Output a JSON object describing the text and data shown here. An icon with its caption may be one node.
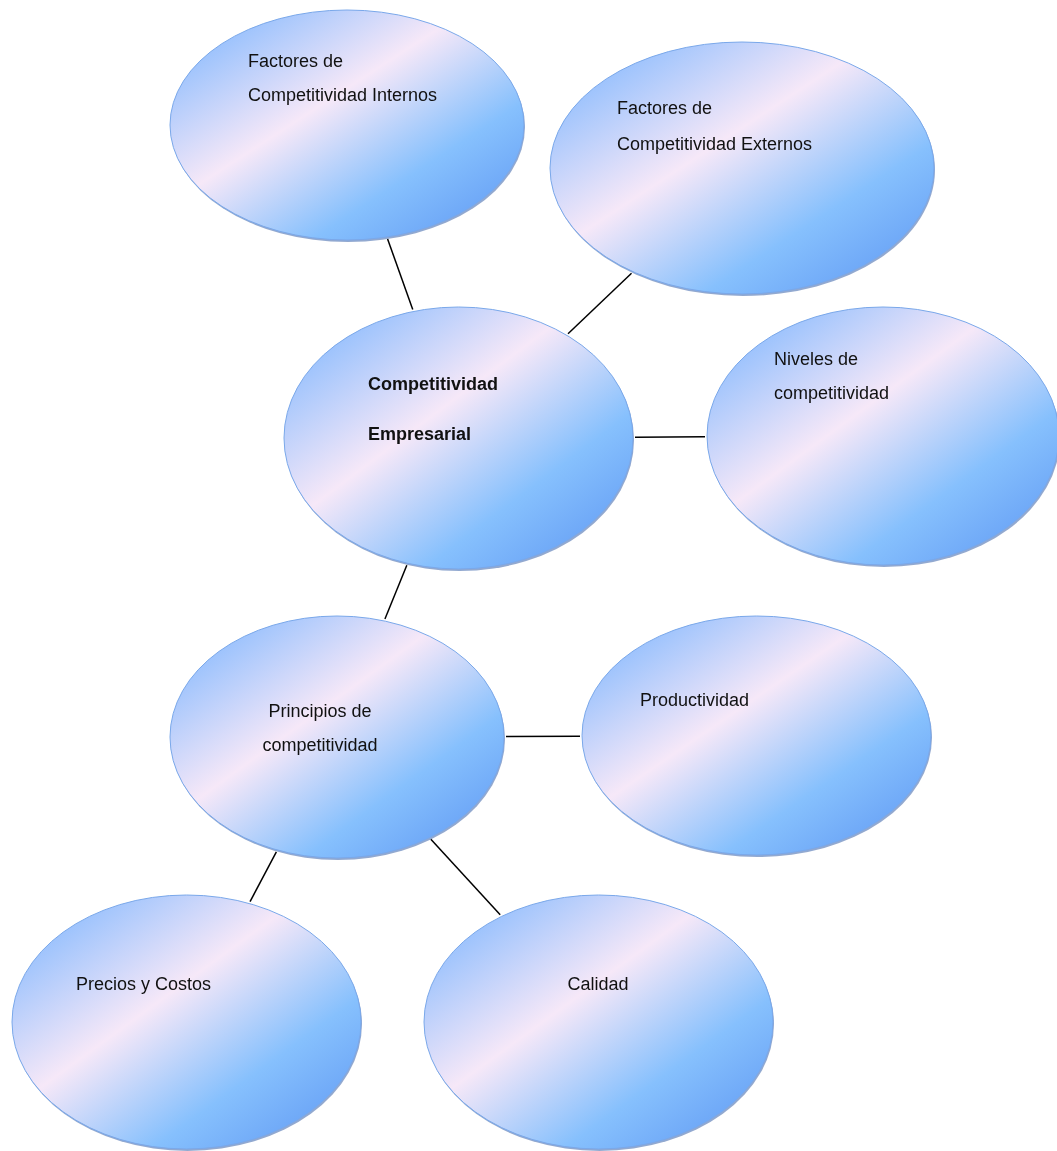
{
  "diagram": {
    "nodes": [
      {
        "text": [
          "Factores de Competitividad Internos"
        ]
      },
      {
        "text": [
          "Factores de Competitividad Externos"
        ]
      },
      {
        "text": [
          "Competitividad Empresarial"
        ]
      },
      {
        "text": [
          "Niveles de competitividad"
        ]
      },
      {
        "text": [
          "Principios de competitividad"
        ]
      },
      {
        "text": [
          "Productividad"
        ]
      },
      {
        "text": [
          "Precios y Costos"
        ]
      },
      {
        "text": [
          "Calidad"
        ]
      }
    ],
    "edges": [
      {
        "from": 0,
        "to": 2,
        "arrow": "none"
      },
      {
        "from": 1,
        "to": 2,
        "arrow": "none"
      },
      {
        "from": 2,
        "to": 3,
        "arrow": "none"
      },
      {
        "from": 2,
        "to": 4,
        "arrow": "none"
      },
      {
        "from": 4,
        "to": 5,
        "arrow": "none"
      },
      {
        "from": 4,
        "to": 6,
        "arrow": "none"
      },
      {
        "from": 4,
        "to": 7,
        "arrow": "none"
      }
    ]
  }
}
